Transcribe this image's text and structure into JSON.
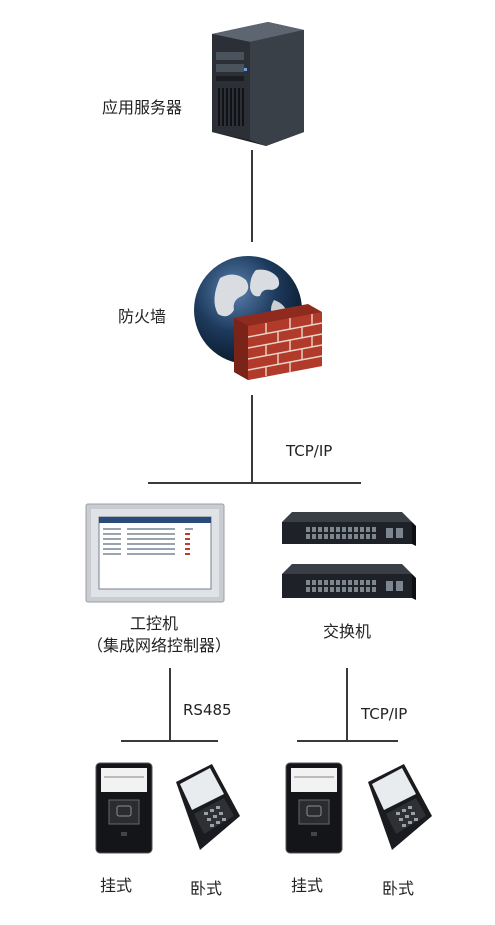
{
  "nodes": {
    "server": {
      "label": "应用服务器"
    },
    "firewall": {
      "label": "防火墙"
    },
    "ipc": {
      "label_line1": "工控机",
      "label_line2": "（集成网络控制器）"
    },
    "switch": {
      "label": "交换机"
    },
    "wall_left": {
      "label": "挂式"
    },
    "desk_left": {
      "label": "卧式"
    },
    "wall_right": {
      "label": "挂式"
    },
    "desk_right": {
      "label": "卧式"
    }
  },
  "links": {
    "tcp_top": {
      "label": "TCP/IP"
    },
    "rs485": {
      "label": "RS485"
    },
    "tcp_right": {
      "label": "TCP/IP"
    }
  },
  "colors": {
    "line": "#3a3a3a",
    "server_body": "#2c3036",
    "brick": "#b23a2a",
    "globe_ocean": "#1d3a5c"
  }
}
